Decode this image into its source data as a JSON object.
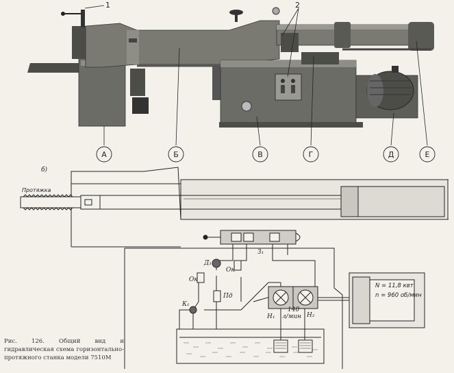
{
  "colors": {
    "machine_body": "#6c6c66",
    "machine_dark": "#4d4d48",
    "machine_light": "#8e8e86",
    "line": "#222222",
    "oil": "#cfd4d6",
    "paper": "#f3f1ea"
  },
  "figure_a": {
    "callouts": {
      "one": "1",
      "two": "2"
    },
    "section_labels": [
      "А",
      "Б",
      "В",
      "Г",
      "Д",
      "Е"
    ]
  },
  "figure_b": {
    "marker": "б)",
    "broach_label": "Протяжка",
    "valve_labels": {
      "d1": "Д₁",
      "ok": "Ок",
      "ok_left": "Ок",
      "z1": "З₁",
      "pd": "Пд",
      "k1": "К₁",
      "n1": "Н₁",
      "n2": "Н₂"
    },
    "pump_flow": "140",
    "pump_flow_unit": "л/мин",
    "motor_power": "N = 11,8 квт",
    "motor_speed": "n = 960 об/мин"
  },
  "caption": "Рис. 126. Общий вид и гидравлическая схема горизонтально-протяжного станка модели 7510М"
}
